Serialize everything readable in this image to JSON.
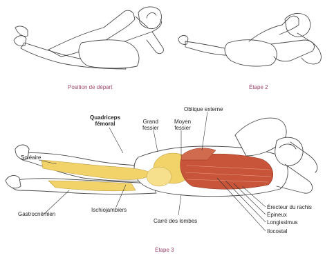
{
  "figures": {
    "start": {
      "caption": "Position de départ"
    },
    "step2": {
      "caption": "Étape 2"
    },
    "step3": {
      "caption": "Étape 3"
    }
  },
  "muscles": {
    "quadriceps": "Quadriceps\nfémoral",
    "grand_fessier": "Grand\nfessier",
    "moyen_fessier": "Moyen\nfessier",
    "oblique_externe": "Oblique externe",
    "soleaire": "Soléaire",
    "gastrocnemien": "Gastrocnémien",
    "ischiojambiers": "Ischiojambiers",
    "carre_des_lombes": "Carré des lombes",
    "erecteur_du_rachis": "Érecteur du rachis",
    "epineux": "Épineux",
    "longissimus": "Longissimus",
    "ilocostal": "Ilocostal"
  },
  "colors": {
    "caption": "#a0466a",
    "muscle_yellow": "#f2d36a",
    "muscle_red": "#c8553a",
    "outline": "#4a4a4a"
  }
}
